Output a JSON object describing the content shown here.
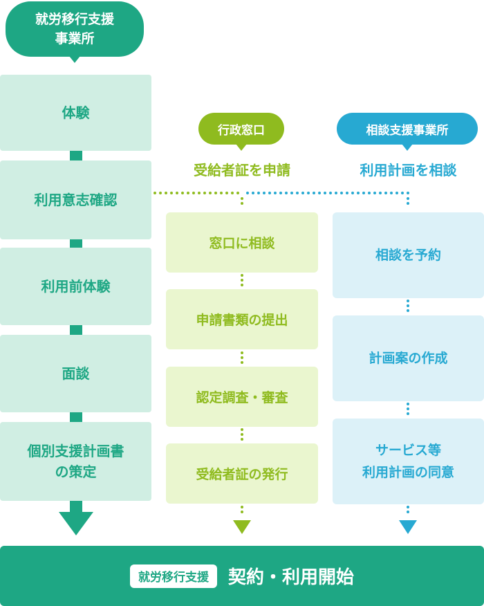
{
  "col1": {
    "header": "就労移行支援\n事業所",
    "steps": [
      "体験",
      "利用意志確認",
      "利用前体験",
      "面談",
      "個別支援計画書\nの策定"
    ]
  },
  "col2": {
    "header": "行政窓口",
    "subtitle": "受給者証を申請",
    "steps": [
      "窓口に相談",
      "申請書類の提出",
      "認定調査・審査",
      "受給者証の発行"
    ]
  },
  "col3": {
    "header": "相談支援事業所",
    "subtitle": "利用計画を相談",
    "steps": [
      "相談を予約",
      "計画案の作成",
      "サービス等\n利用計画の同意"
    ]
  },
  "final": {
    "label": "就労移行支援",
    "text": "契約・利用開始"
  },
  "colors": {
    "green_dark": "#1ea784",
    "green_light": "#8fbb1f",
    "blue": "#27a9d2"
  }
}
